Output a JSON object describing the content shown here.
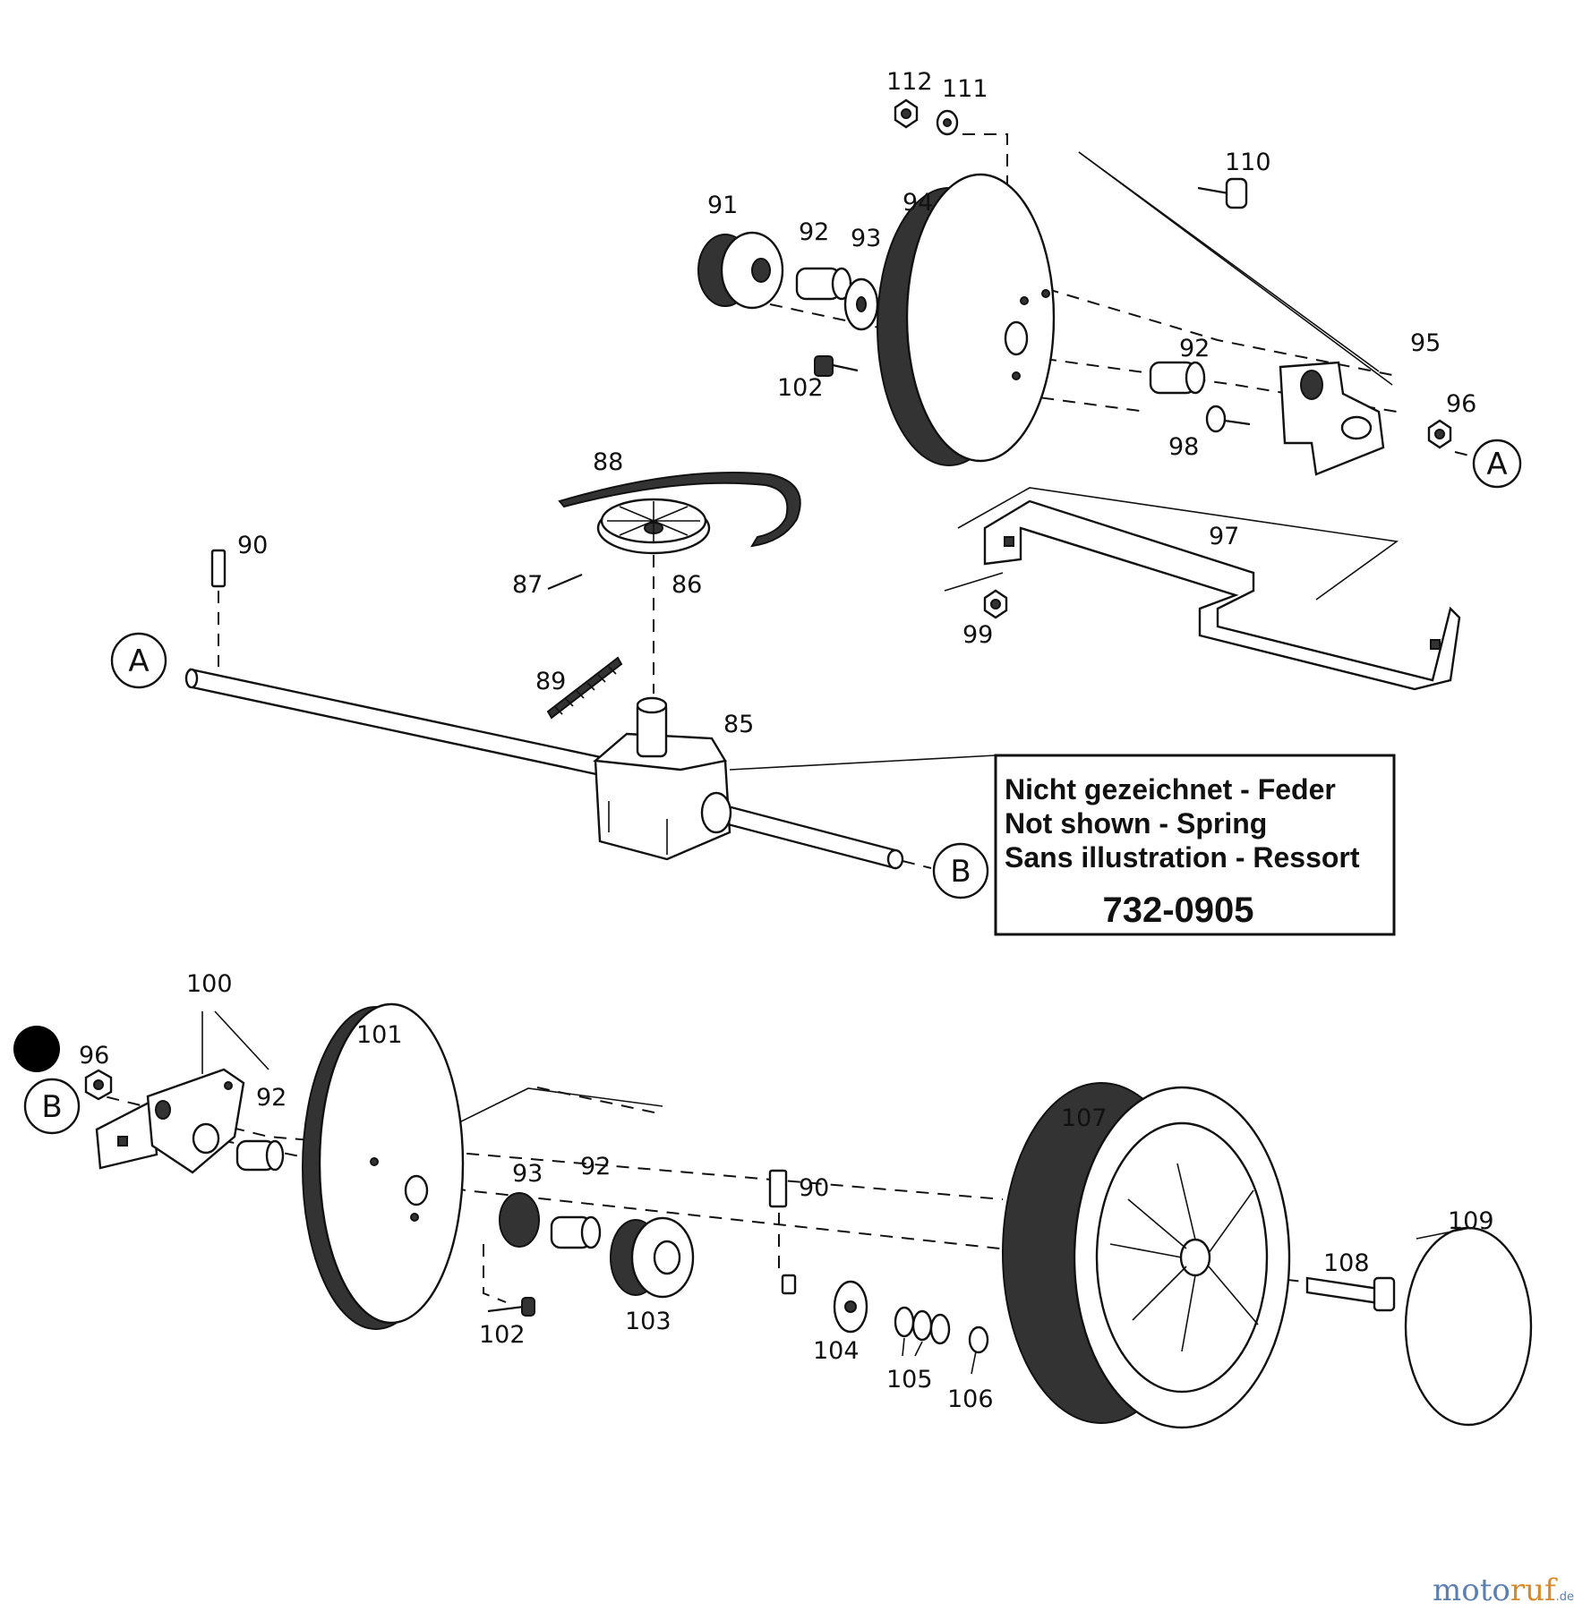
{
  "callout": {
    "line_de": "Nicht gezeichnet - Feder",
    "line_en": "Not shown - Spring",
    "line_fr": "Sans illustration - Ressort",
    "part_number": "732-0905"
  },
  "references": {
    "a": "A",
    "b": "B"
  },
  "labels": {
    "p112": "112",
    "p111": "111",
    "p110": "110",
    "p91": "91",
    "p92_top": "92",
    "p93_top": "93",
    "p94": "94",
    "p102_top": "102",
    "p92_mid": "92",
    "p95": "95",
    "p96_top": "96",
    "p98": "98",
    "p88": "88",
    "p87": "87",
    "p86": "86",
    "p90_left": "90",
    "p97": "97",
    "p99": "99",
    "p89": "89",
    "p85": "85",
    "p100": "100",
    "p101": "101",
    "p96_bot": "96",
    "p92_bot": "92",
    "p93_bot": "93",
    "p92_bot2": "92",
    "p90_bot": "90",
    "p107": "107",
    "p109": "109",
    "p108": "108",
    "p102_bot": "102",
    "p103": "103",
    "p104": "104",
    "p105": "105",
    "p106": "106"
  },
  "watermark": {
    "part1": "moto",
    "part2": "ruf",
    "suffix": ".de"
  }
}
